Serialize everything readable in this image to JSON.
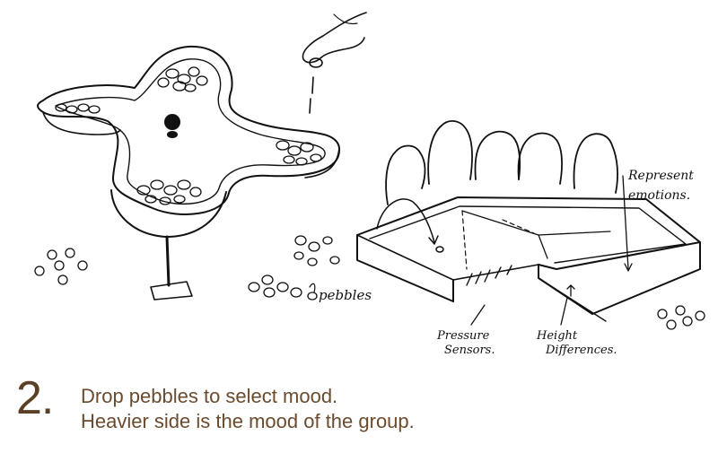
{
  "labels": {
    "pebbles": "pebbles",
    "represent": "Represent",
    "emotions": "emotions.",
    "pressure": "Pressure",
    "sensors": "Sensors.",
    "height": "Height",
    "differences": "Differences."
  },
  "caption": {
    "number": "2.",
    "line1": "Drop pebbles to select mood.",
    "line2": "Heavier side is the mood of the group."
  }
}
